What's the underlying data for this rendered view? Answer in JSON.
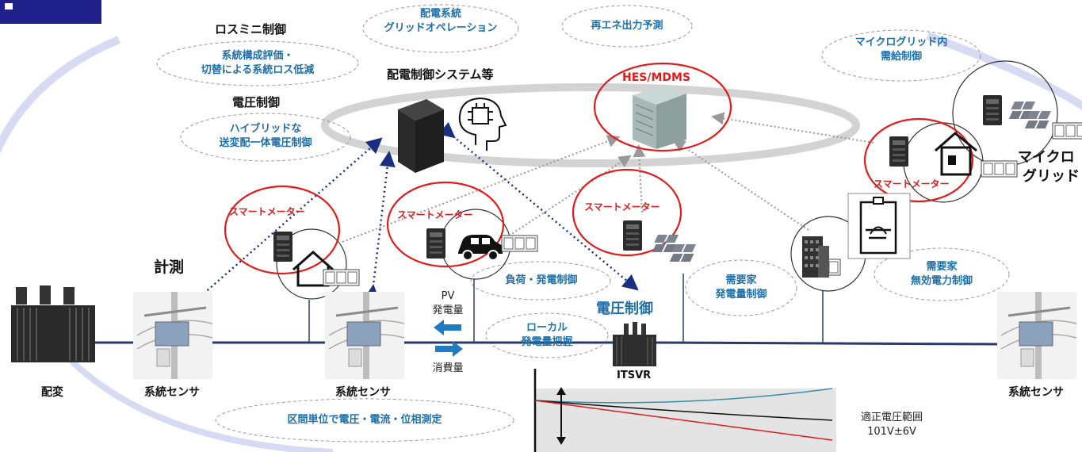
{
  "labels": {
    "loss_min": "ロスミニ制御",
    "loss_min_desc": [
      "系統構成評価・",
      "切替による系統ロス低減"
    ],
    "voltage_control": "電圧制御",
    "voltage_control_desc": [
      "ハイブリッドな",
      "送変配一体電圧制御"
    ],
    "dist_grid_op": [
      "配電系統",
      "グリッドオペレーション"
    ],
    "dist_control_system": "配電制御システム等",
    "renewable_forecast": "再エネ出力予測",
    "hes_mdms": "HES/MDMS",
    "microgrid_supply": [
      "マイクログリッド内",
      "需給制御"
    ],
    "microgrid": [
      "マイクロ",
      "グリッド"
    ],
    "smart_meter": "スマートメーター",
    "measurement": "計測",
    "load_gen_control": "負荷・発電制御",
    "pv_gen": [
      "PV",
      "発電量"
    ],
    "consumption": "消費量",
    "local_gen": [
      "ローカル",
      "発電量把握"
    ],
    "voltage_control_2": "電圧制御",
    "itsvr": "ITSVR",
    "customer_gen": [
      "需要家",
      "発電量制御"
    ],
    "customer_reactive": [
      "需要家",
      "無効電力制御"
    ],
    "distribution_transformer": "配変",
    "grid_sensor": "系統センサ",
    "section_measurement": "区間単位で電圧・電流・位相測定",
    "voltage_range": [
      "適正電圧範囲",
      "101V±6V"
    ]
  },
  "colors": {
    "accent_blue": "#1f6fa8",
    "meter_red": "#e01b1b",
    "arrow_navy": "#1b2f80",
    "line_navy": "#2a3a6b",
    "ring_gray": "#d3d3d3"
  },
  "icons": [
    "transformer-icon",
    "pole-sensor-icon",
    "server-icon",
    "ai-head-icon",
    "smart-meter-icon",
    "house-icon",
    "car-icon",
    "battery-icon",
    "solar-panel-icon",
    "building-icon",
    "inverter-icon"
  ]
}
